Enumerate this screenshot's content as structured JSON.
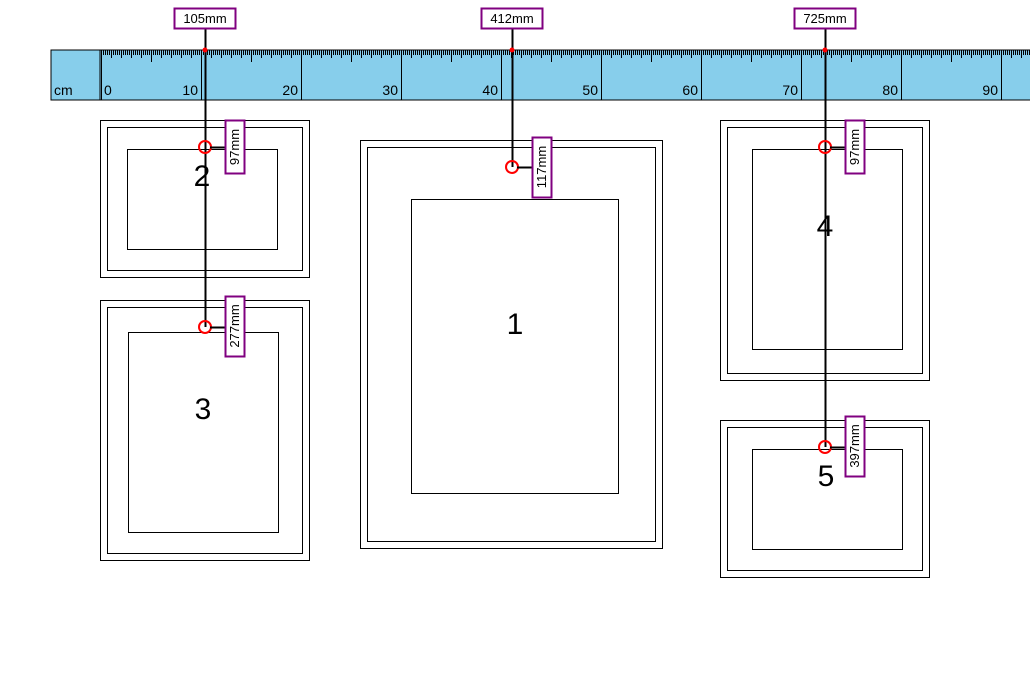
{
  "ruler": {
    "unit_label": "cm",
    "background": "#87ceeb",
    "tick_numbers": [
      "0",
      "10",
      "20",
      "30",
      "40",
      "50",
      "60",
      "70",
      "80",
      "90"
    ]
  },
  "colors": {
    "marker_outline": "#800080",
    "anchor_circle": "#ff0000",
    "frame_stroke": "#000000"
  },
  "hanging_lines": [
    {
      "id": "h1",
      "horizontal_label": "105mm"
    },
    {
      "id": "h2",
      "horizontal_label": "412mm"
    },
    {
      "id": "h3",
      "horizontal_label": "725mm"
    }
  ],
  "frames": [
    {
      "number": "1",
      "drop_label": "117mm"
    },
    {
      "number": "2",
      "drop_label": "97mm"
    },
    {
      "number": "3",
      "drop_label": "277mm"
    },
    {
      "number": "4",
      "drop_label": "97mm"
    },
    {
      "number": "5",
      "drop_label": "397mm"
    }
  ]
}
